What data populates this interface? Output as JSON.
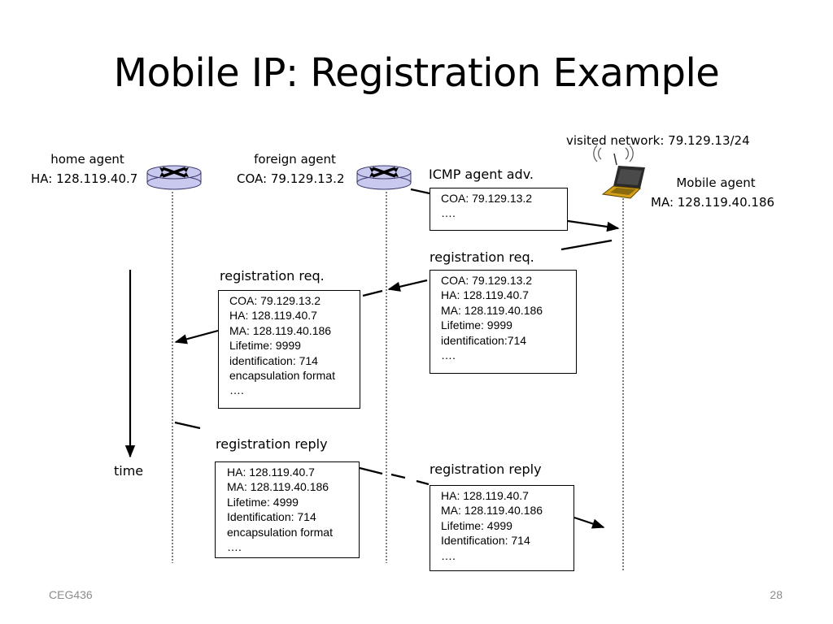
{
  "slide": {
    "title": "Mobile IP: Registration Example",
    "footer_left": "CEG436",
    "page_number": "28"
  },
  "nodes": {
    "home_agent": {
      "name": "home agent",
      "address": "HA: 128.119.40.7",
      "icon": "router-icon"
    },
    "foreign_agent": {
      "name": "foreign agent",
      "address": "COA: 79.129.13.2",
      "icon": "router-icon"
    },
    "mobile_agent": {
      "name": "Mobile agent",
      "address": "MA: 128.119.40.186",
      "icon": "laptop-wireless-icon"
    },
    "visited_network": "visited network: 79.129.13/24"
  },
  "time_label": "time",
  "messages": {
    "icmp_adv": {
      "label": "ICMP agent adv.",
      "lines": [
        "COA: 79.129.13.2",
        "…."
      ]
    },
    "reg_req_fa": {
      "label": "registration req.",
      "lines": [
        "COA: 79.129.13.2",
        "HA: 128.119.40.7",
        "MA: 128.119.40.186",
        "Lifetime: 9999",
        "identification:714",
        "…."
      ]
    },
    "reg_req_ha": {
      "label": "registration req.",
      "lines": [
        "COA: 79.129.13.2",
        "HA: 128.119.40.7",
        "MA: 128.119.40.186",
        "Lifetime: 9999",
        "identification: 714",
        "encapsulation format",
        "…."
      ]
    },
    "reg_reply_ha": {
      "label": "registration reply",
      "lines": [
        "HA: 128.119.40.7",
        "MA: 128.119.40.186",
        "Lifetime: 4999",
        "Identification: 714",
        "encapsulation format",
        "…."
      ]
    },
    "reg_reply_fa": {
      "label": "registration reply",
      "lines": [
        "HA: 128.119.40.7",
        "MA: 128.119.40.186",
        "Lifetime: 4999",
        "Identification: 714",
        "…."
      ]
    }
  },
  "colors": {
    "router_fill": "#c9c9ef",
    "router_stroke": "#3a3a6a",
    "line": "#000000",
    "footer_text": "#8c8c8c"
  }
}
